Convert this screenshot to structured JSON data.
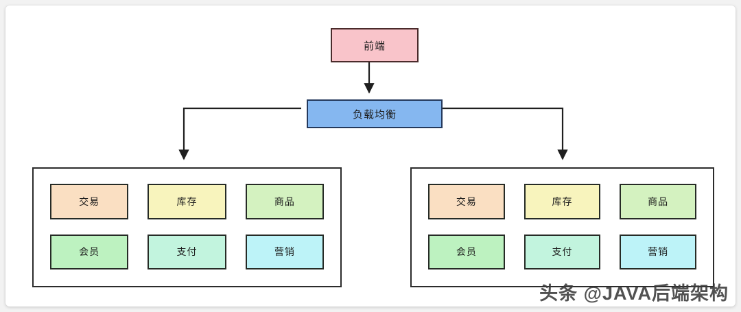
{
  "diagram": {
    "title": "load-balanced microservice cluster architecture",
    "nodes": {
      "frontend": {
        "label": "前端",
        "fill": "#f9c4ca",
        "stroke": "#4a2b2b"
      },
      "load_balancer": {
        "label": "负载均衡",
        "fill": "#85b7f0",
        "stroke": "#24395c"
      }
    },
    "clusters": [
      {
        "name": "cluster-left",
        "services": [
          {
            "label": "交易",
            "fill": "#fadfc2"
          },
          {
            "label": "库存",
            "fill": "#f8f4bd"
          },
          {
            "label": "商品",
            "fill": "#d4f2c0"
          },
          {
            "label": "会员",
            "fill": "#bdf2c0"
          },
          {
            "label": "支付",
            "fill": "#c2f4de"
          },
          {
            "label": "营销",
            "fill": "#bdf3f8"
          }
        ]
      },
      {
        "name": "cluster-right",
        "services": [
          {
            "label": "交易",
            "fill": "#fadfc2"
          },
          {
            "label": "库存",
            "fill": "#f8f4bd"
          },
          {
            "label": "商品",
            "fill": "#d4f2c0"
          },
          {
            "label": "会员",
            "fill": "#bdf2c0"
          },
          {
            "label": "支付",
            "fill": "#c2f4de"
          },
          {
            "label": "营销",
            "fill": "#bdf3f8"
          }
        ]
      }
    ],
    "connectors": [
      {
        "from": "frontend",
        "to": "load_balancer",
        "style": "straight-arrow-down"
      },
      {
        "from": "load_balancer",
        "to": "cluster-left",
        "style": "elbow-arrow-down"
      },
      {
        "from": "load_balancer",
        "to": "cluster-right",
        "style": "elbow-arrow-down"
      }
    ],
    "edge_color": "#1f1f1f"
  },
  "watermark": {
    "text": "头条 @JAVA后端架构"
  }
}
